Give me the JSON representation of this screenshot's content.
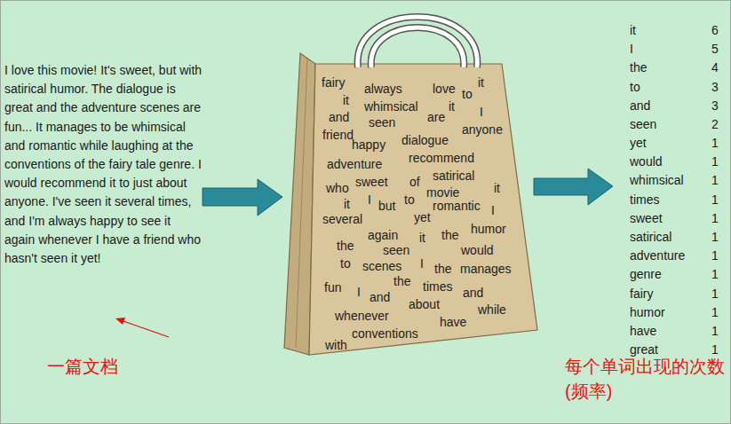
{
  "diagram": {
    "nodes": [
      {
        "text": [
          "fairy",
          "always",
          "love",
          "to",
          "it",
          "it",
          "whimsical",
          "it",
          "I",
          "and",
          "seen",
          "are",
          "anyone",
          "friend",
          "happy",
          "dialogue",
          "adventure",
          "recommend",
          "who",
          "sweet",
          "of",
          "satirical",
          "movie",
          "it",
          "it",
          "I",
          "but",
          "to",
          "romantic",
          "I",
          "several",
          "yet",
          "again",
          "it",
          "the",
          "humor",
          "the",
          "seen",
          "would",
          "to",
          "scenes",
          "I",
          "the",
          "manages",
          "fun",
          "I",
          "the",
          "times",
          "and",
          "and",
          "about",
          "while",
          "whenever",
          "have",
          "conventions",
          "with"
        ]
      }
    ],
    "labels": [
      "I love this movie! It's sweet, but with satirical humor. The dialogue is great and the adventure scenes are fun... It manages to be whimsical and romantic while laughing at the conventions of the fairy tale genre. I would recommend it to just about anyone. I've seen it several times, and I'm always happy to see it again whenever I have a friend who hasn't seen it yet!",
      "it",
      "6",
      "I",
      "5",
      "the",
      "4",
      "to",
      "3",
      "and",
      "3",
      "seen",
      "2",
      "yet",
      "1",
      "would",
      "1",
      "whimsical",
      "1",
      "times",
      "1",
      "sweet",
      "1",
      "satirical",
      "1",
      "adventure",
      "1",
      "genre",
      "1",
      "fairy",
      "1",
      "humor",
      "1",
      "have",
      "1",
      "great",
      "1",
      "一篇文档",
      "每个单词出现的次数(频率)"
    ]
  }
}
